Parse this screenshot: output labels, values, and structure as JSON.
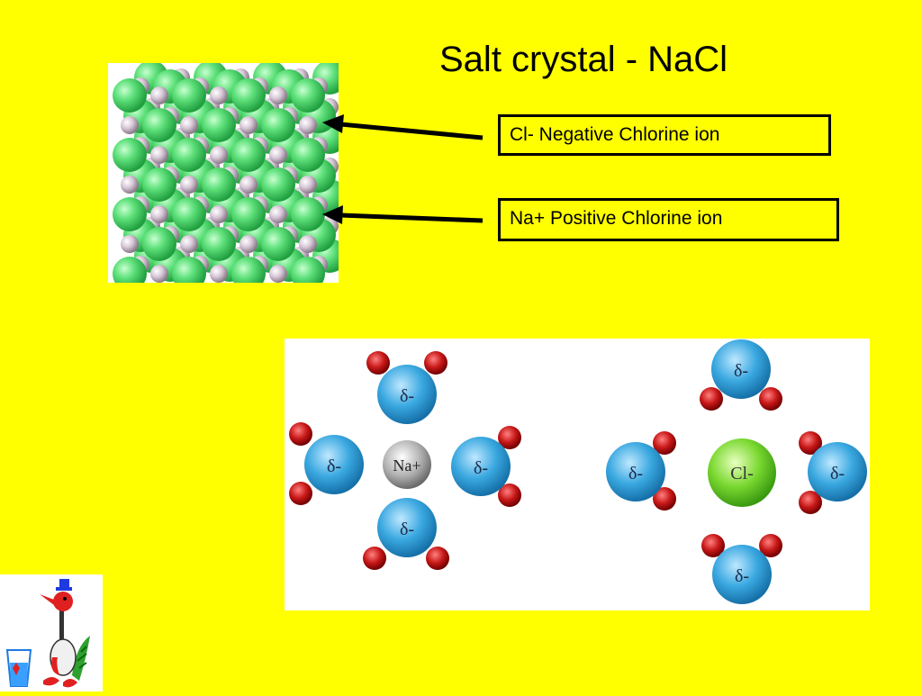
{
  "slide": {
    "title": "Salt crystal - NaCl",
    "labels": {
      "chloride": "Cl- Negative Chlorine ion",
      "sodium": "Na+ Positive Chlorine ion"
    }
  },
  "hydration": {
    "sodium_center": "Na+",
    "chloride_center": "Cl-",
    "water_partial_charge": "δ-"
  },
  "colors": {
    "background": "#ffff00",
    "chloride_ball": "#4cd964",
    "sodium_ball": "#c8b8c8",
    "water_oxygen": "#3aa8e0",
    "water_hydrogen": "#b81010"
  },
  "icons": {
    "crystal": "nacl-lattice-image",
    "mascot": "cartoon-bird-mascot-icon"
  }
}
